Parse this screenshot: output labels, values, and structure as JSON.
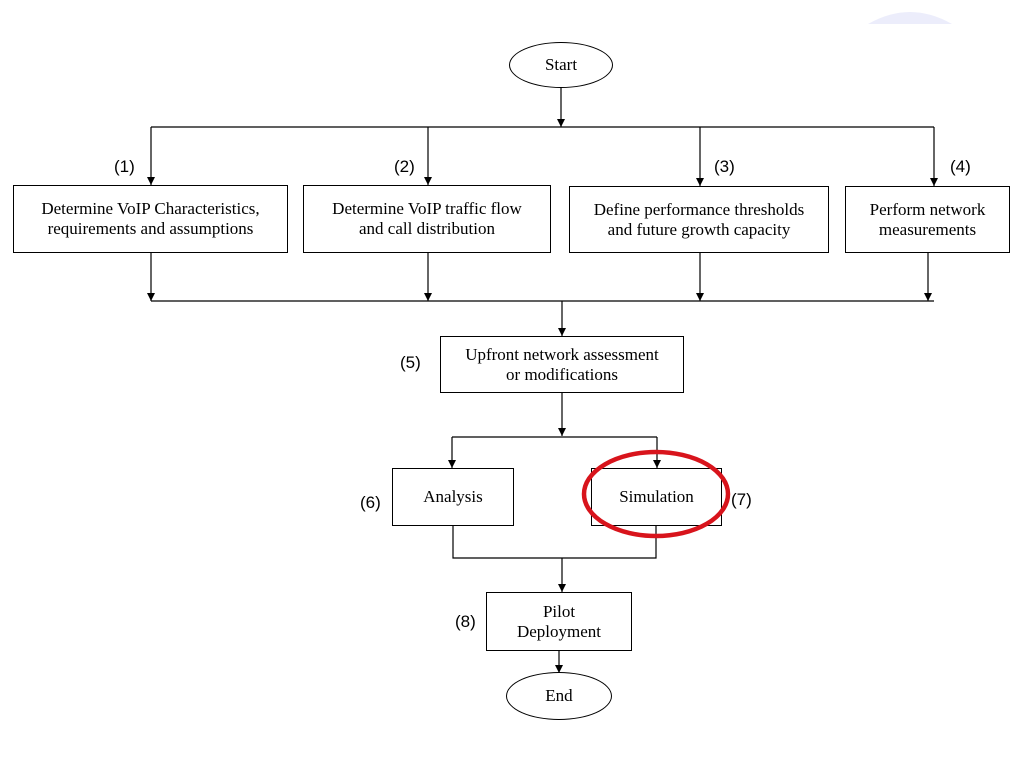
{
  "nodes": {
    "start": "Start",
    "end": "End",
    "step1": {
      "number": "(1)",
      "line1": "Determine VoIP Characteristics,",
      "line2": "requirements and assumptions"
    },
    "step2": {
      "number": "(2)",
      "line1": "Determine VoIP traffic flow",
      "line2": "and call distribution"
    },
    "step3": {
      "number": "(3)",
      "line1": "Define performance thresholds",
      "line2": "and future growth capacity"
    },
    "step4": {
      "number": "(4)",
      "line1": "Perform network",
      "line2": "measurements"
    },
    "step5": {
      "number": "(5)",
      "line1": "Upfront network assessment",
      "line2": "or modifications"
    },
    "step6": {
      "number": "(6)",
      "label": "Analysis"
    },
    "step7": {
      "number": "(7)",
      "label": "Simulation",
      "highlighted": true
    },
    "step8": {
      "number": "(8)",
      "line1": "Pilot",
      "line2": "Deployment"
    }
  },
  "colors": {
    "line": "#000000",
    "highlight": "#d8141c",
    "decor": "#ecedfb"
  }
}
